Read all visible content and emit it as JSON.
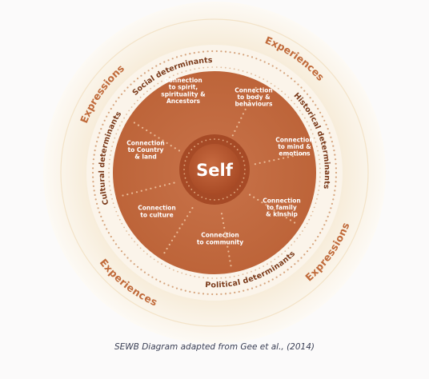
{
  "diagram": {
    "center_label": "Self",
    "connections": [
      [
        "Connection",
        "to spirit,",
        "spirituality &",
        "Ancestors"
      ],
      [
        "Connection",
        "to body &",
        "behaviours"
      ],
      [
        "Connection",
        "to mind &",
        "emotions"
      ],
      [
        "Connection",
        "to family",
        "& kinship"
      ],
      [
        "Connection",
        "to community"
      ],
      [
        "Connection",
        "to culture"
      ],
      [
        "Connection",
        "to Country",
        "& land"
      ]
    ],
    "determinants": {
      "social": "Social determinants",
      "historical": "Historical determinants",
      "political": "Political determinants",
      "cultural": "Cultural determinants"
    },
    "outer_labels": {
      "experiences_top": "Experiences",
      "expressions_left": "Expressions",
      "expressions_right": "Expressions",
      "experiences_bottom": "Experiences"
    },
    "colors": {
      "main_disc": "#c46a3e",
      "inner_ring": "#a24a25",
      "self_core": "#b85530",
      "accent_text": "#c06a3a",
      "dark_text": "#7a3a1a",
      "dots": "#c88a58",
      "halo_outer": "#f6ecd9",
      "halo_inner": "#f9f1e2"
    }
  },
  "caption": "SEWB Diagram adapted from Gee et al., (2014)"
}
